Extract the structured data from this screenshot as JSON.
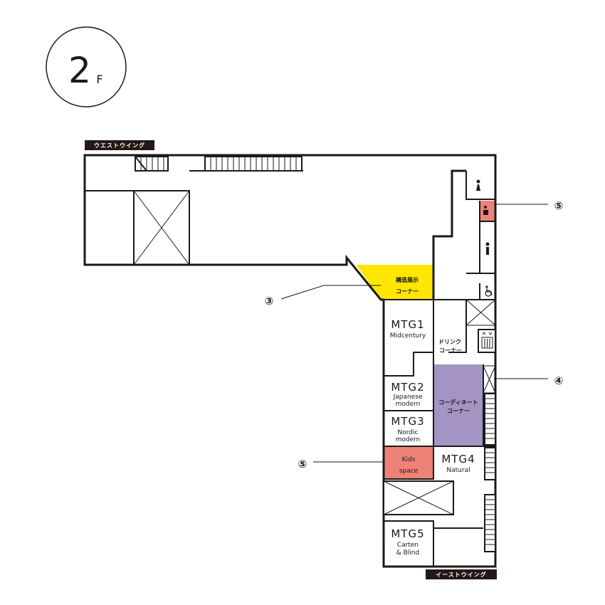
{
  "floor": {
    "number": "2",
    "suffix": "F"
  },
  "wings": {
    "west": "ウエストウイング",
    "east": "イーストウイング"
  },
  "areas": {
    "structure_exhibit": {
      "line1": "構造展示",
      "line2": "コーナー",
      "color": "#FFE600"
    },
    "drink_corner": {
      "line1": "ドリンク",
      "line2": "コーナー"
    },
    "coordinate_corner": {
      "line1": "コーディネート",
      "line2": "コーナー",
      "color": "#A494C4"
    },
    "kids_space": {
      "line1": "Kids",
      "line2": "space",
      "color": "#EE8277"
    }
  },
  "rooms": {
    "mtg1": {
      "title": "MTG1",
      "sub1": "Midcentury"
    },
    "mtg2": {
      "title": "MTG2",
      "sub1": "Japanese",
      "sub2": "modern"
    },
    "mtg3": {
      "title": "MTG3",
      "sub1": "Nordic",
      "sub2": "modern"
    },
    "mtg4": {
      "title": "MTG4",
      "sub1": "Natural"
    },
    "mtg5": {
      "title": "MTG5",
      "sub1": "Carten",
      "sub2": "& Blind"
    }
  },
  "callouts": {
    "c3": "③",
    "c4": "④",
    "c5_restroom": "⑤",
    "c5_kids": "⑤"
  },
  "icons": {
    "female_toilet": "female-toilet-icon",
    "male_toilet": "male-toilet-icon",
    "accessible_toilet": "wheelchair-icon",
    "baby_care": "baby-changing-icon",
    "elevator": "elevator-icon"
  },
  "colors": {
    "restroom_highlight": "#EE8277",
    "wall": "#1a1a1a"
  }
}
